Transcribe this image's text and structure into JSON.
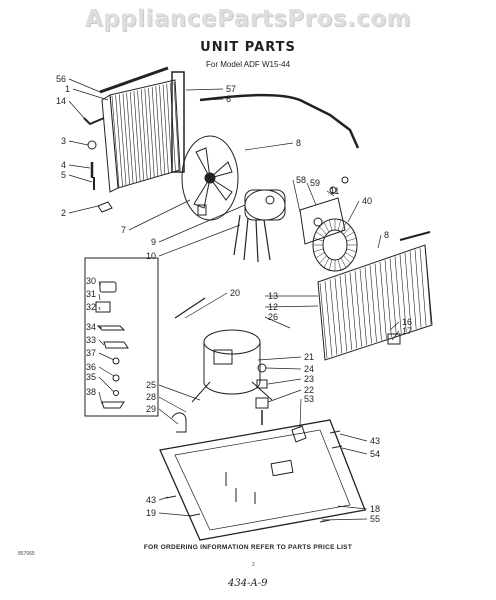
{
  "watermark": "AppliancePartsPros.com",
  "header": {
    "title": "UNIT PARTS",
    "subtitle": "For Model ADF W15-44"
  },
  "callouts": [
    "56",
    "1",
    "14",
    "3",
    "4",
    "5",
    "2",
    "57",
    "6",
    "8",
    "7",
    "9",
    "10",
    "58",
    "59",
    "11",
    "40",
    "8",
    "30",
    "31",
    "32",
    "34",
    "33",
    "37",
    "36",
    "35",
    "38",
    "20",
    "13",
    "12",
    "26",
    "16",
    "17",
    "21",
    "24",
    "23",
    "22",
    "25",
    "28",
    "29",
    "53",
    "43",
    "54",
    "43",
    "19",
    "18",
    "55"
  ],
  "footer": {
    "note": "FOR ORDERING INFORMATION REFER TO PARTS PRICE LIST",
    "doc_code": "857065",
    "page_mark": "2",
    "drawing_number": "434-A-9"
  }
}
